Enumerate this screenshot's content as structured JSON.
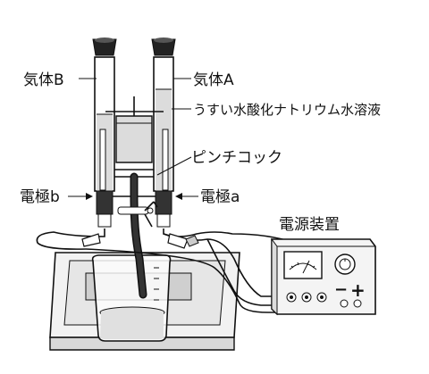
{
  "labels": {
    "gas_b": "気体B",
    "gas_a": "気体A",
    "solution": "うすい水酸化ナトリウム水溶液",
    "pinchcock": "ピンチコック",
    "electrode_b": "電極b",
    "electrode_a": "電極a",
    "power_supply": "電源装置",
    "minus": "−",
    "plus": "+"
  }
}
